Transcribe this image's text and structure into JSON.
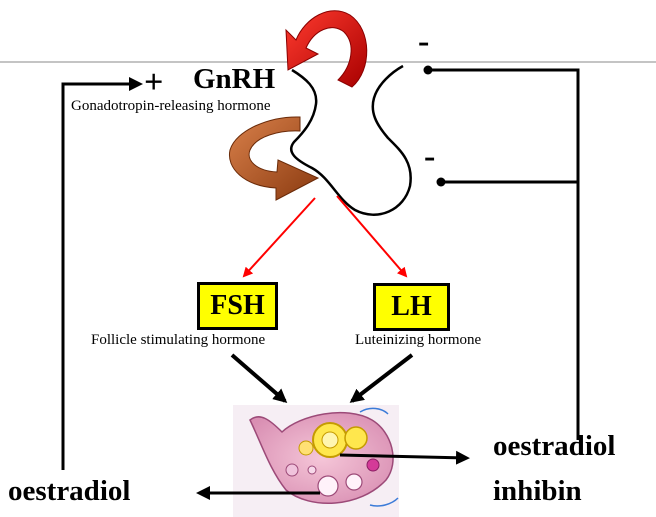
{
  "hypothalamus": {
    "hormone": "GnRH",
    "hormone_full": "Gonadotropin-releasing hormone",
    "positive_sign": "+"
  },
  "feedback": {
    "negative_sign_top": "-",
    "negative_sign_middle": "-"
  },
  "pituitary_outputs": {
    "fsh": {
      "label": "FSH",
      "full": "Follicle stimulating hormone"
    },
    "lh": {
      "label": "LH",
      "full": "Luteinizing hormone"
    }
  },
  "ovary_outputs": {
    "left": "oestradiol",
    "right_1": "oestradiol",
    "right_2": "inhibin"
  },
  "colors": {
    "stimulation_arrow": "#ff0000",
    "loop_arrow_red": "#e01010",
    "loop_arrow_brown": "#b5531f",
    "box_fill": "#ffff00"
  }
}
